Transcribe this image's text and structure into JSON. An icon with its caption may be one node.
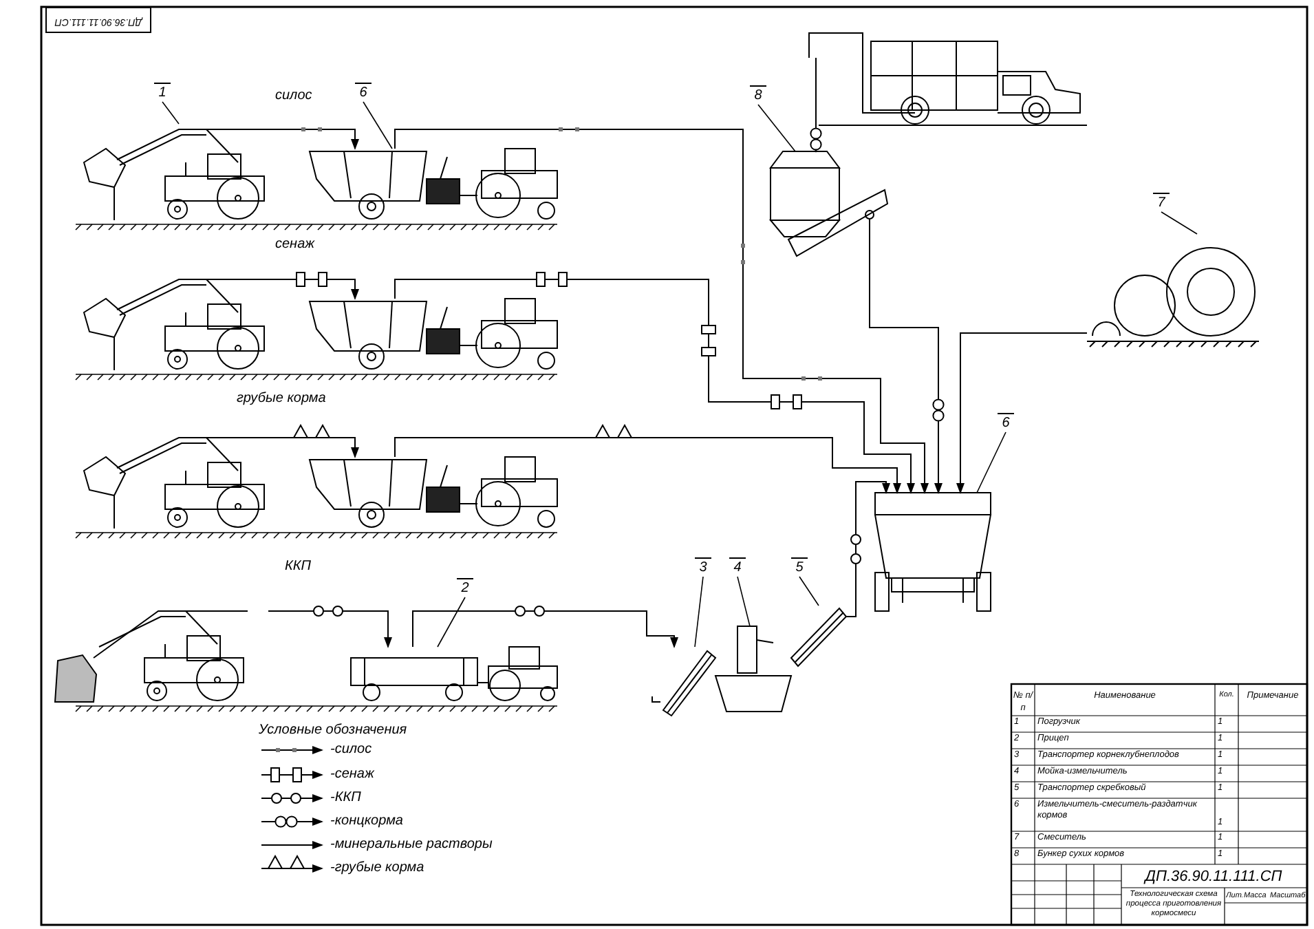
{
  "diagram": {
    "nodes": [
      {
        "text": [
          "1"
        ]
      },
      {
        "text": [
          "6"
        ]
      },
      {
        "text": [
          "8"
        ]
      },
      {
        "text": [],
        "shape": "picture"
      },
      {
        "text": [],
        "shape": "picture"
      },
      {
        "text": [],
        "shape": "picture"
      },
      {
        "text": [],
        "shape": "picture"
      },
      {
        "text": [
          "7"
        ]
      },
      {
        "text": [],
        "shape": "picture"
      },
      {
        "text": [],
        "shape": "picture"
      },
      {
        "text": [],
        "shape": "picture"
      },
      {
        "text": [],
        "shape": "picture"
      },
      {
        "text": [],
        "shape": "picture"
      },
      {
        "text": [
          "6"
        ]
      },
      {
        "text": [],
        "shape": "picture"
      },
      {
        "text": [
          "2"
        ]
      },
      {
        "text": [
          "3"
        ]
      },
      {
        "text": [
          "4"
        ]
      },
      {
        "text": [
          "5"
        ]
      },
      {
        "text": [],
        "shape": "picture"
      },
      {
        "text": [],
        "shape": "picture"
      },
      {
        "text": [],
        "shape": "picture"
      },
      {
        "text": [],
        "shape": "picture"
      },
      {
        "text": [],
        "shape": "picture"
      }
    ],
    "edges": [
      {
        "from": 4,
        "to": 5,
        "arrow": "to"
      },
      {
        "from": 5,
        "to": 14,
        "arrow": "to"
      },
      {
        "from": 9,
        "to": 10,
        "arrow": "to"
      },
      {
        "from": 10,
        "to": 14,
        "arrow": "to"
      },
      {
        "from": 11,
        "to": 12,
        "arrow": "to"
      },
      {
        "from": 12,
        "to": 14,
        "arrow": "to"
      },
      {
        "from": 19,
        "to": 20,
        "arrow": "to"
      },
      {
        "from": 20,
        "to": 21,
        "arrow": "to"
      },
      {
        "from": 23,
        "to": 14,
        "arrow": "to"
      },
      {
        "from": 3,
        "to": 6,
        "arrow": "to"
      },
      {
        "from": 6,
        "to": 14,
        "arrow": "to"
      },
      {
        "from": 8,
        "to": 14,
        "arrow": "to"
      },
      {
        "from": 0,
        "to": 4,
        "arrow": "none"
      },
      {
        "from": 1,
        "to": 5,
        "arrow": "none"
      },
      {
        "from": 2,
        "to": 6,
        "arrow": "none"
      },
      {
        "from": 7,
        "to": 8,
        "arrow": "none"
      },
      {
        "from": 13,
        "to": 14,
        "arrow": "none"
      },
      {
        "from": 15,
        "to": 20,
        "arrow": "none"
      },
      {
        "from": 16,
        "to": 21,
        "arrow": "none"
      },
      {
        "from": 17,
        "to": 22,
        "arrow": "none"
      },
      {
        "from": 18,
        "to": 23,
        "arrow": "none"
      }
    ],
    "labels": [
      "ДП.36.90.11.111.СП",
      "силос",
      "сенаж",
      "грубые корма",
      "ККП",
      "Условные обозначения",
      "№ п/п",
      "Наименование",
      "Кол.",
      "Примечание",
      "1",
      "Погрузчик",
      "1",
      "2",
      "Прицеп",
      "1",
      "3",
      "Транспортер корнеклубнеплодов",
      "1",
      "4",
      "Мойка-измельчитель",
      "1",
      "5",
      "Транспортер скребковый",
      "1",
      "6",
      "Измельчитель-смеситель-раздатчик кормов",
      "1",
      "7",
      "Смеситель",
      "1",
      "8",
      "Бункер сухих кормов",
      "1",
      "ДП.36.90.11.111.СП",
      "Технологическая схема процесса приготовления кормосмеси",
      "Лит.",
      "Масса",
      "Масштаб"
    ],
    "legend": [
      {
        "text": "-силос"
      },
      {
        "text": "-сенаж"
      },
      {
        "text": "-ККП"
      },
      {
        "text": "-концкорма"
      },
      {
        "text": "-минеральные растворы"
      },
      {
        "text": "-грубые корма"
      }
    ]
  }
}
